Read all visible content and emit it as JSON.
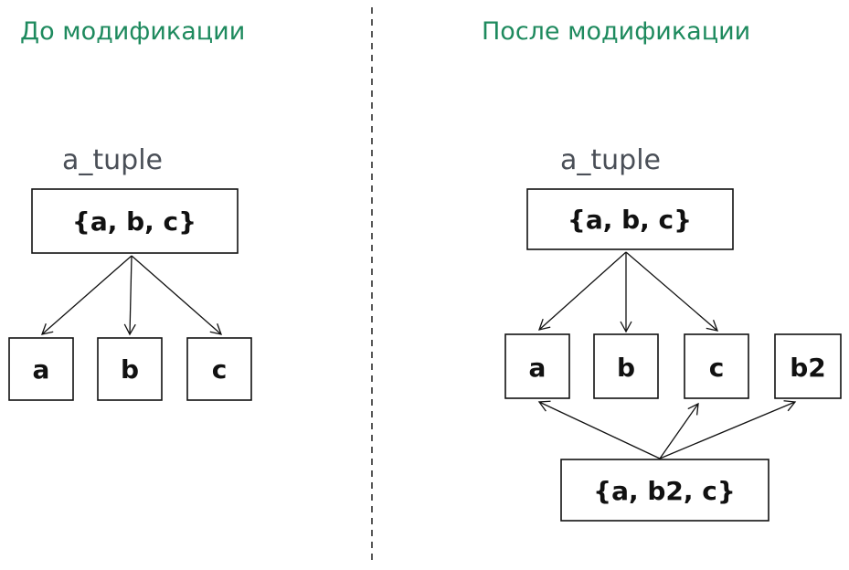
{
  "colors": {
    "heading": "#1e8a5e",
    "label": "#4a4f57",
    "stroke": "#111111"
  },
  "left": {
    "heading": "До модификации",
    "tuple_label": "a_tuple",
    "tuple_box": "{a, b, c}",
    "elements": [
      "a",
      "b",
      "c"
    ]
  },
  "right": {
    "heading": "После модификации",
    "tuple_label": "a_tuple",
    "tuple_box": "{a, b, c}",
    "elements": [
      "a",
      "b",
      "c",
      "b2"
    ],
    "new_tuple_box": "{a, b2, c}"
  }
}
